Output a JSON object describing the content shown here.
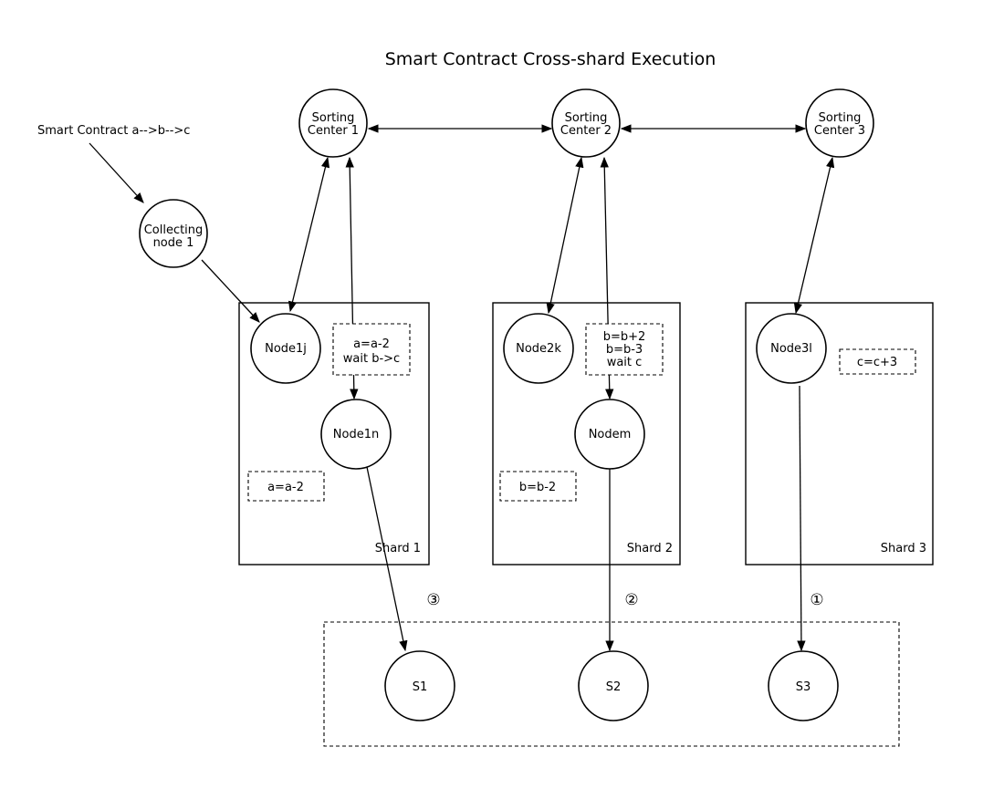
{
  "title": "Smart Contract Cross-shard Execution",
  "input_label": "Smart Contract a-->b-->c",
  "collecting_node": [
    "Collecting",
    "node 1"
  ],
  "sorting_centers": [
    [
      "Sorting",
      "Center 1"
    ],
    [
      "Sorting",
      "Center 2"
    ],
    [
      "Sorting",
      "Center 3"
    ]
  ],
  "shards": [
    {
      "label": "Shard 1",
      "nodes": [
        "Node1j",
        "Node1n"
      ],
      "ops_top": [
        "a=a-2",
        "wait b->c"
      ],
      "ops_bottom": "a=a-2"
    },
    {
      "label": "Shard 2",
      "nodes": [
        "Node2k",
        "Nodem"
      ],
      "ops_top": [
        "b=b+2",
        "b=b-3",
        "wait c"
      ],
      "ops_bottom": "b=b-2"
    },
    {
      "label": "Shard 3",
      "nodes": [
        "Node3l"
      ],
      "ops_top": [
        "c=c+3"
      ]
    }
  ],
  "storage": [
    "S1",
    "S2",
    "S3"
  ],
  "steps": [
    "③",
    "②",
    "①"
  ]
}
